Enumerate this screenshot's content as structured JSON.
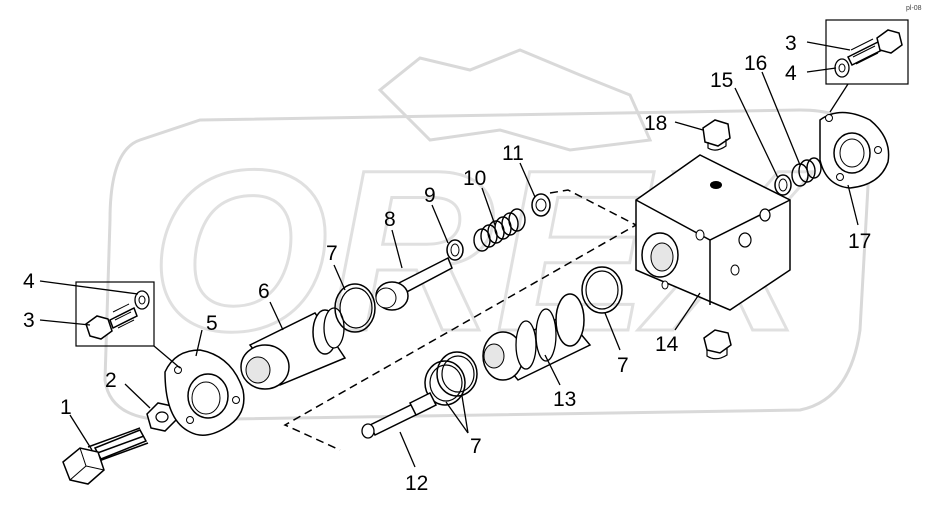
{
  "diagram": {
    "corner_code": "pl-08",
    "watermark_text": "OREX",
    "callouts": {
      "c1": "1",
      "c2": "2",
      "c3a": "3",
      "c3b": "3",
      "c4a": "4",
      "c4b": "4",
      "c5": "5",
      "c6": "6",
      "c7a": "7",
      "c7b": "7",
      "c7c": "7",
      "c8": "8",
      "c9": "9",
      "c10": "10",
      "c11": "11",
      "c12": "12",
      "c13": "13",
      "c14": "14",
      "c15": "15",
      "c16": "16",
      "c17": "17",
      "c18": "18"
    }
  },
  "colors": {
    "ink": "#000000",
    "part_fill": "#ffffff",
    "part_shade": "#e6e6e6",
    "watermark": "#d9d9d9"
  }
}
